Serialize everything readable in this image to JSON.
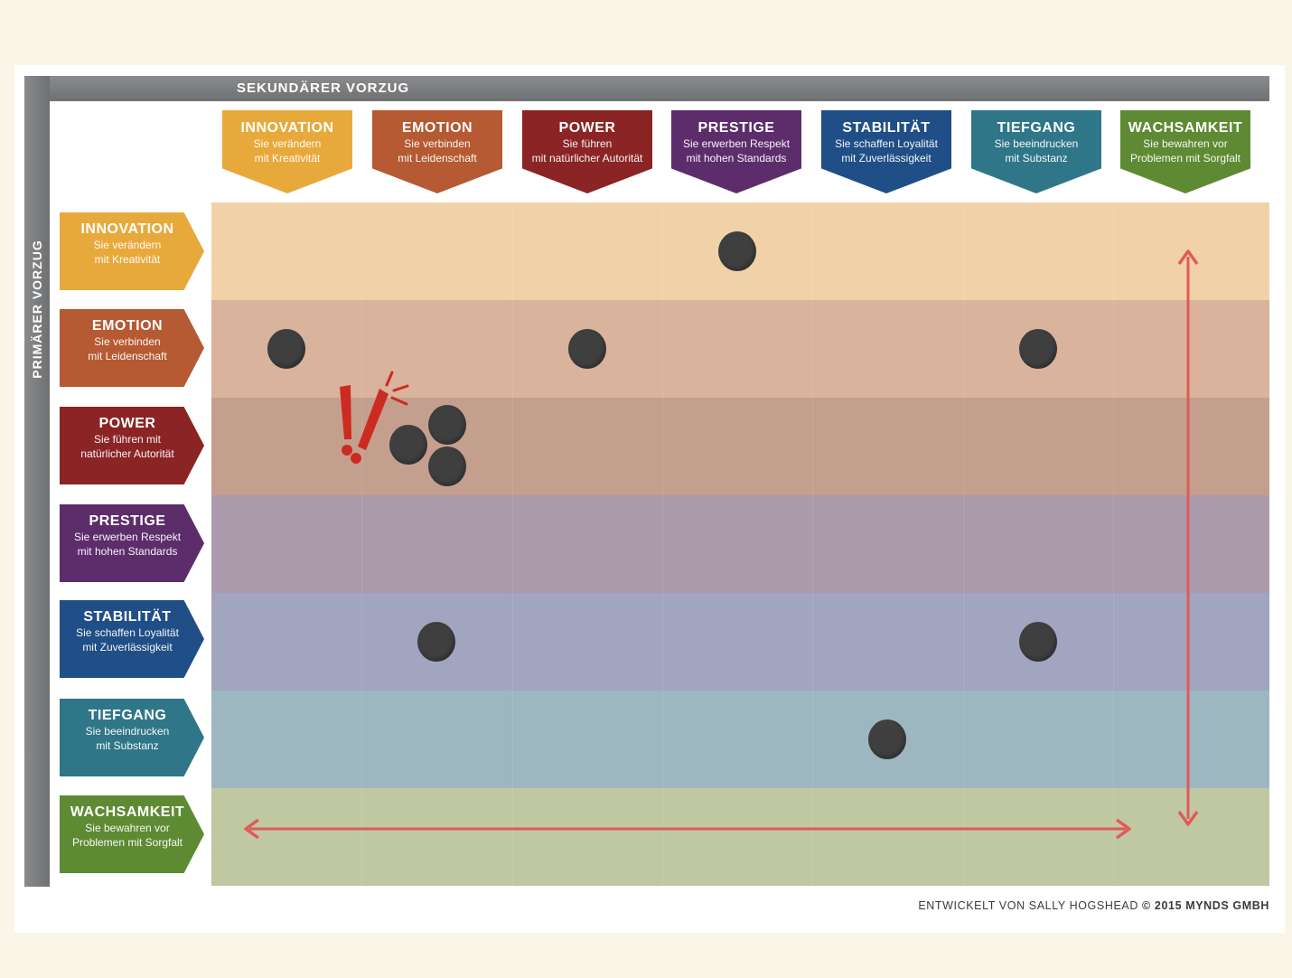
{
  "frame": {
    "top_title": "SEKUNDÄRER VORZUG",
    "side_title": "PRIMÄRER VORZUG"
  },
  "columns": [
    {
      "title": "INNOVATION",
      "line1": "Sie verändern",
      "line2": "mit Kreativität",
      "color": "#e8a93c"
    },
    {
      "title": "EMOTION",
      "line1": "Sie verbinden",
      "line2": "mit Leidenschaft",
      "color": "#b55a33"
    },
    {
      "title": "POWER",
      "line1": "Sie führen",
      "line2": "mit natürlicher Autorität",
      "color": "#8b2424"
    },
    {
      "title": "PRESTIGE",
      "line1": "Sie erwerben Respekt",
      "line2": "mit hohen Standards",
      "color": "#5d2d6b"
    },
    {
      "title": "STABILITÄT",
      "line1": "Sie schaffen Loyalität",
      "line2": "mit Zuverlässigkeit",
      "color": "#204e86"
    },
    {
      "title": "TIEFGANG",
      "line1": "Sie beeindrucken",
      "line2": "mit Substanz",
      "color": "#2f7688"
    },
    {
      "title": "WACHSAMKEIT",
      "line1": "Sie bewahren vor",
      "line2": "Problemen mit Sorgfalt",
      "color": "#5f8a34"
    }
  ],
  "rows": [
    {
      "title": "INNOVATION",
      "line1": "Sie verändern",
      "line2": "mit Kreativität",
      "color": "#e8a93c",
      "band": "#f1d2a8"
    },
    {
      "title": "EMOTION",
      "line1": "Sie verbinden",
      "line2": "mit Leidenschaft",
      "color": "#b55a33",
      "band": "#d9b39b"
    },
    {
      "title": "POWER",
      "line1": "Sie führen mit",
      "line2": "natürlicher Autorität",
      "color": "#8b2424",
      "band": "#c49f8e"
    },
    {
      "title": "PRESTIGE",
      "line1": "Sie erwerben Respekt",
      "line2": "mit hohen Standards",
      "color": "#5d2d6b",
      "band": "#ab9aac"
    },
    {
      "title": "STABILITÄT",
      "line1": "Sie schaffen Loyalität",
      "line2": "mit Zuverlässigkeit",
      "color": "#204e86",
      "band": "#a2a5bf"
    },
    {
      "title": "TIEFGANG",
      "line1": "Sie beeindrucken",
      "line2": "mit Substanz",
      "color": "#2f7688",
      "band": "#9db7c0"
    },
    {
      "title": "WACHSAMKEIT",
      "line1": "Sie bewahren vor",
      "line2": "Problemen mit Sorgfalt",
      "color": "#5f8a34",
      "band": "#c0c8a2"
    }
  ],
  "markers": [
    {
      "row": 1,
      "col": 4
    },
    {
      "row": 2,
      "col": 1
    },
    {
      "row": 2,
      "col": 3
    },
    {
      "row": 2,
      "col": 6
    },
    {
      "row": 3,
      "col": 2
    },
    {
      "row": 3,
      "col": 2
    },
    {
      "row": 3,
      "col": 2
    },
    {
      "row": 5,
      "col": 2
    },
    {
      "row": 5,
      "col": 6
    },
    {
      "row": 6,
      "col": 5
    }
  ],
  "colors": {
    "marker": "#3f3f40",
    "arrow": "#e05a5a",
    "alert": "#cc2b22"
  },
  "footer": {
    "credit": "ENTWICKELT VON SALLY HOGSHEAD",
    "copyright": "© 2015 MYNDS GMBH"
  }
}
